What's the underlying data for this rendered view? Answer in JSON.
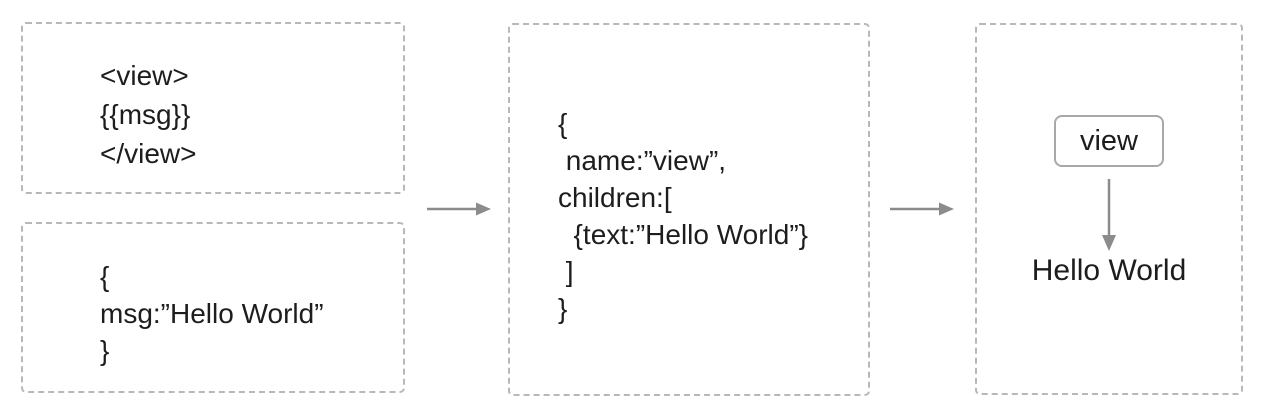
{
  "diagram": {
    "panels": {
      "template": {
        "lines": [
          "<view>",
          "{{msg}}",
          "</view>"
        ]
      },
      "data": {
        "lines": [
          "{",
          "msg:”Hello World”",
          "}"
        ]
      },
      "vdom": {
        "lines": [
          "{",
          " name:”view”,",
          "children:[",
          "  {text:”Hello World”}",
          " ]",
          "}"
        ]
      },
      "render": {
        "node_label": "view",
        "output_text": "Hello World"
      }
    },
    "colors": {
      "background": "#ffffff",
      "panel_border": "#b8b8b8",
      "text": "#1d1d1f",
      "arrow": "#8c8c8c",
      "node_border": "#a8a8a8"
    }
  }
}
